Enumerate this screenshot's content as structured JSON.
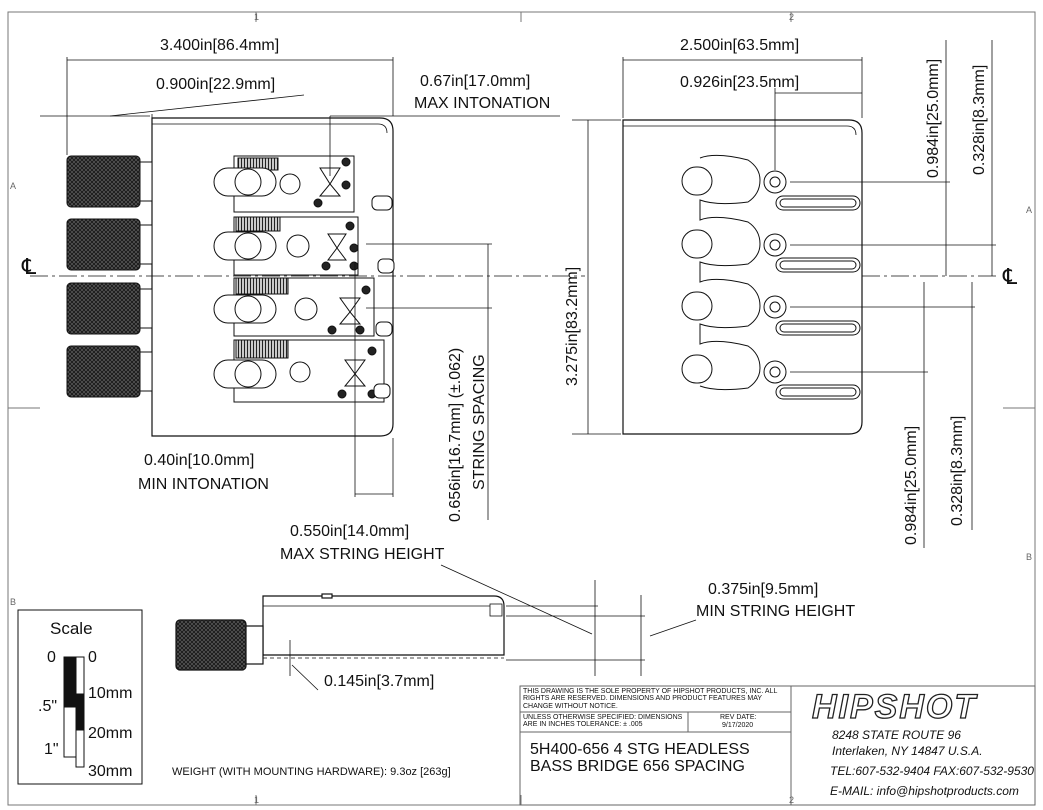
{
  "border": {
    "cols": [
      "1",
      "2",
      "1",
      "2"
    ],
    "rows": [
      "A",
      "A",
      "B",
      "B"
    ]
  },
  "top_view": {
    "overall_length": "3.400in",
    "overall_length_mm": "86.4mm",
    "knob_offset": "0.900in",
    "knob_offset_mm": "22.9mm",
    "max_intonation": "0.67in",
    "max_intonation_mm": "17.0mm",
    "max_intonation_label": "MAX INTONATION",
    "min_intonation": "0.40in",
    "min_intonation_mm": "10.0mm",
    "min_intonation_label": "MIN INTONATION",
    "string_spacing": "0.656in",
    "string_spacing_mm": "16.7mm",
    "string_spacing_tol": "(±.062)",
    "string_spacing_label": "STRING SPACING",
    "centerline": "℄"
  },
  "bottom_view": {
    "width": "2.500in",
    "width_mm": "63.5mm",
    "hole_offset": "0.926in",
    "hole_offset_mm": "23.5mm",
    "height": "3.275in",
    "height_mm": "83.2mm",
    "outer_spacing": "0.984in",
    "outer_spacing_mm": "25.0mm",
    "inner_spacing": "0.328in",
    "inner_spacing_mm": "8.3mm",
    "centerline": "℄"
  },
  "side_view": {
    "max_height": "0.550in",
    "max_height_mm": "14.0mm",
    "max_height_label": "MAX STRING HEIGHT",
    "min_height": "0.375in",
    "min_height_mm": "9.5mm",
    "min_height_label": "MIN STRING HEIGHT",
    "base_thickness": "0.145in",
    "base_thickness_mm": "3.7mm"
  },
  "scale": {
    "title": "Scale",
    "in_labels": [
      "0",
      ".5\"",
      "1\""
    ],
    "mm_labels": [
      "0",
      "10mm",
      "20mm",
      "30mm"
    ]
  },
  "weight": "WEIGHT (WITH MOUNTING HARDWARE): 9.3oz [263g]",
  "title_block": {
    "property_notice": "THIS DRAWING IS THE SOLE PROPERTY OF HIPSHOT PRODUCTS, INC. ALL RIGHTS ARE RESERVED. DIMENSIONS AND PRODUCT FEATURES MAY CHANGE WITHOUT NOTICE.",
    "tolerance_note": "UNLESS OTHERWISE SPECIFIED: DIMENSIONS ARE IN INCHES TOLERANCE: ± .005",
    "rev_label": "REV DATE:",
    "rev_date": "9/17/2020",
    "part_title_1": "5H400-656 4 STG HEADLESS",
    "part_title_2": "BASS BRIDGE 656 SPACING",
    "logo": "HIPSHOT",
    "address_1": "8248 STATE ROUTE 96",
    "address_2": "Interlaken, NY 14847 U.S.A.",
    "phone": "TEL:607-532-9404 FAX:607-532-9530",
    "email": "E-MAIL: info@hipshotproducts.com"
  }
}
